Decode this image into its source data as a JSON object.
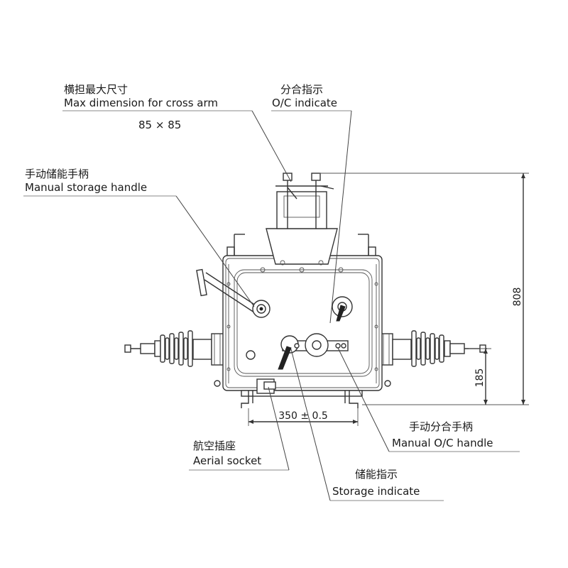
{
  "labels": {
    "cross_arm_cn": "横担最大尺寸",
    "cross_arm_en": "Max dimension for cross arm",
    "cross_arm_dim": "85 × 85",
    "oc_indicate_cn": "分合指示",
    "oc_indicate_en": "O/C indicate",
    "storage_handle_cn": "手动储能手柄",
    "storage_handle_en": "Manual storage handle",
    "oc_handle_cn": "手动分合手柄",
    "oc_handle_en": "Manual O/C handle",
    "aerial_socket_cn": "航空插座",
    "aerial_socket_en": "Aerial socket",
    "storage_indicate_cn": "储能指示",
    "storage_indicate_en": "Storage indicate"
  },
  "dimensions": {
    "height": "808",
    "bushing_height": "185",
    "base_width": "350 ± 0.5"
  }
}
